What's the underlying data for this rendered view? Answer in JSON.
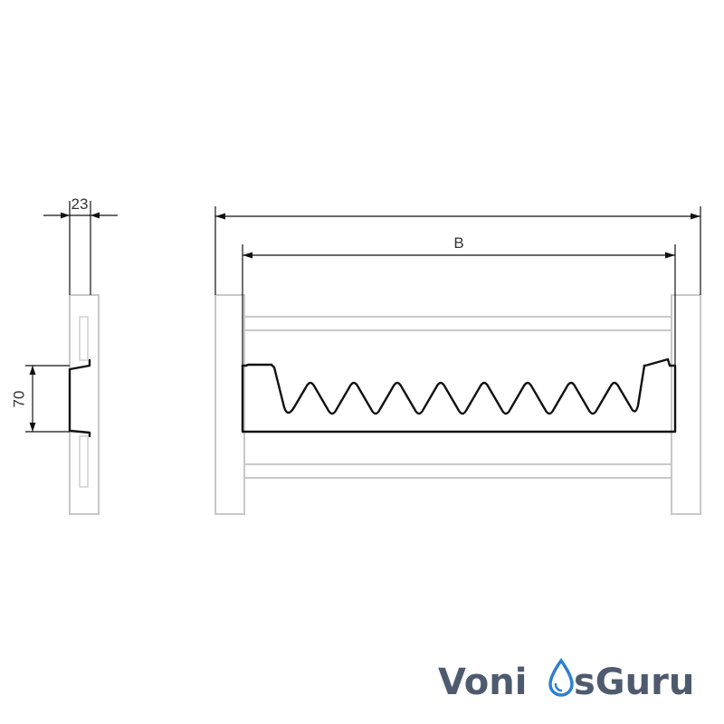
{
  "dimensions": {
    "width_label": "23",
    "height_label": "70",
    "span_label": "B"
  },
  "watermark": {
    "part1": "Voni",
    "part2": "sGuru",
    "text_color": "#4e5b6e",
    "drop_color": "#2f7fd0",
    "icon": "water-drop-icon"
  }
}
